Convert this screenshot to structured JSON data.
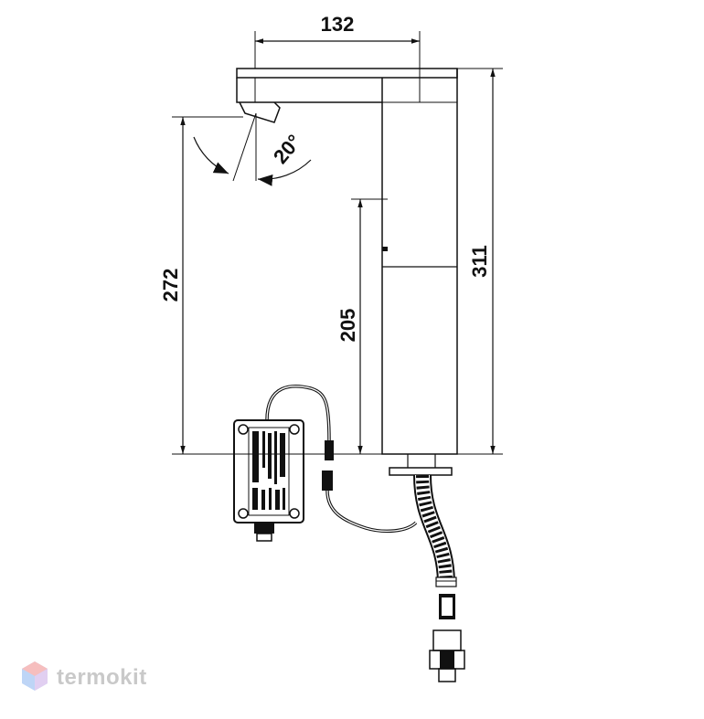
{
  "dimensions": {
    "width_top": "132",
    "overall_height": "311",
    "spout_height": "272",
    "sensor_height": "205",
    "spout_angle": "20°"
  },
  "watermark": {
    "brand": "termokit",
    "logo_colors": [
      "#f08a8a",
      "#8ab4f0",
      "#c9a9e6"
    ]
  }
}
